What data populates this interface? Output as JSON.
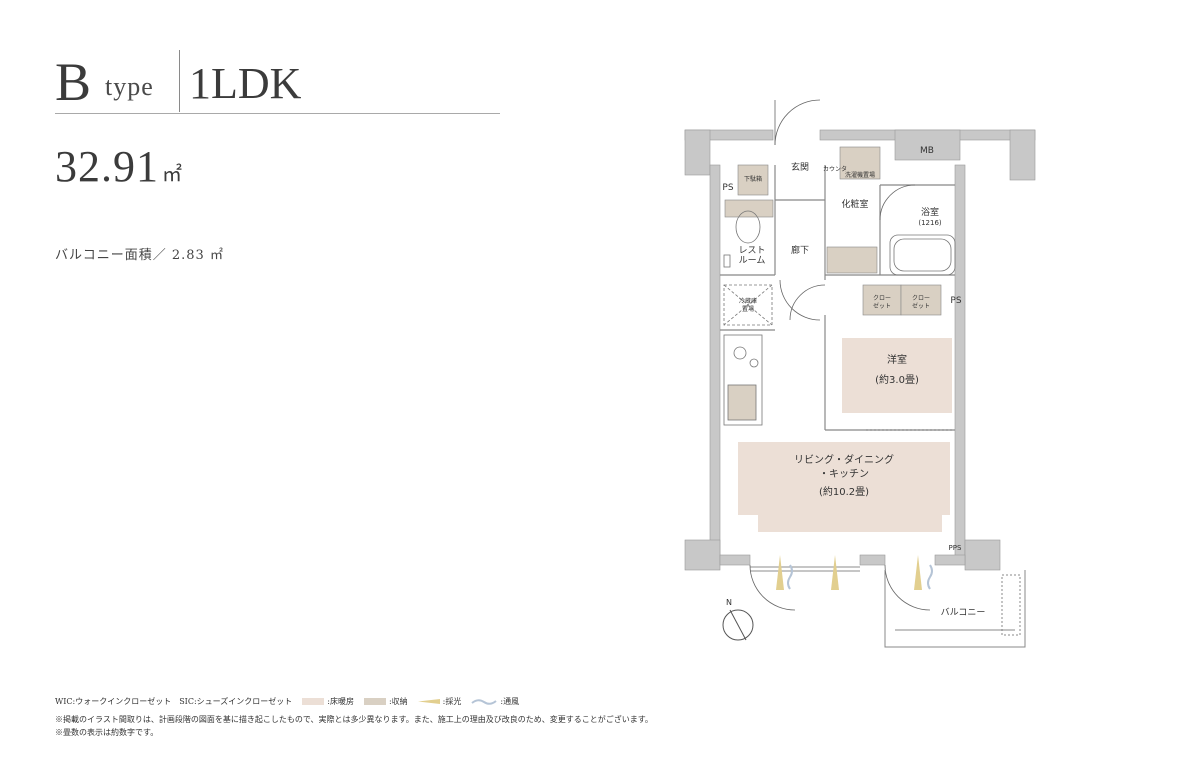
{
  "header": {
    "type_letter": "B",
    "type_word": "type",
    "plan": "1LDK"
  },
  "area": {
    "value": "32.91",
    "unit": "㎡"
  },
  "balcony_area": "バルコニー面積／ 2.83 ㎡",
  "floorplan": {
    "rooms": {
      "mb": "MB",
      "ps_left": "PS",
      "ps_right": "PS",
      "pps": "PPS",
      "genkan": "玄関",
      "keshoushitsu": "化粧室",
      "yokushitsu": "浴室",
      "yokushitsu_size": "(1216)",
      "restroom_1": "レスト",
      "restroom_2": "ルーム",
      "rouka": "廊下",
      "counter": "カウンタ",
      "washer": "洗濯機置場",
      "fridge_1": "冷蔵庫",
      "fridge_2": "置場",
      "shoes": "下駄箱",
      "closet_1a": "クロー",
      "closet_1b": "ゼット",
      "closet_2a": "クロー",
      "closet_2b": "ゼット",
      "youshitsu": "洋室",
      "youshitsu_size": "(約3.0畳)",
      "ldk_1": "リビング・ダイニング",
      "ldk_2": "・キッチン",
      "ldk_size": "(約10.2畳)",
      "balcony": "バルコニー",
      "compass": "N"
    }
  },
  "legend": {
    "abbr": "WIC:ウォークインクローゼット　SIC:シューズインクローゼット",
    "heating": ":床暖房",
    "storage": ":収納",
    "light": ":採光",
    "wind": ":通風"
  },
  "colors": {
    "heating": "#ecdfd6",
    "storage": "#d9d0c3",
    "light": "#e2cf8f",
    "wind": "#b5c4d6",
    "wall": "#c8c8c8"
  },
  "notes": [
    "※掲載のイラスト間取りは、計画段階の図面を基に描き起こしたもので、実際とは多少異なります。また、施工上の理由及び改良のため、変更することがございます。",
    "※畳数の表示は約数字です。"
  ]
}
